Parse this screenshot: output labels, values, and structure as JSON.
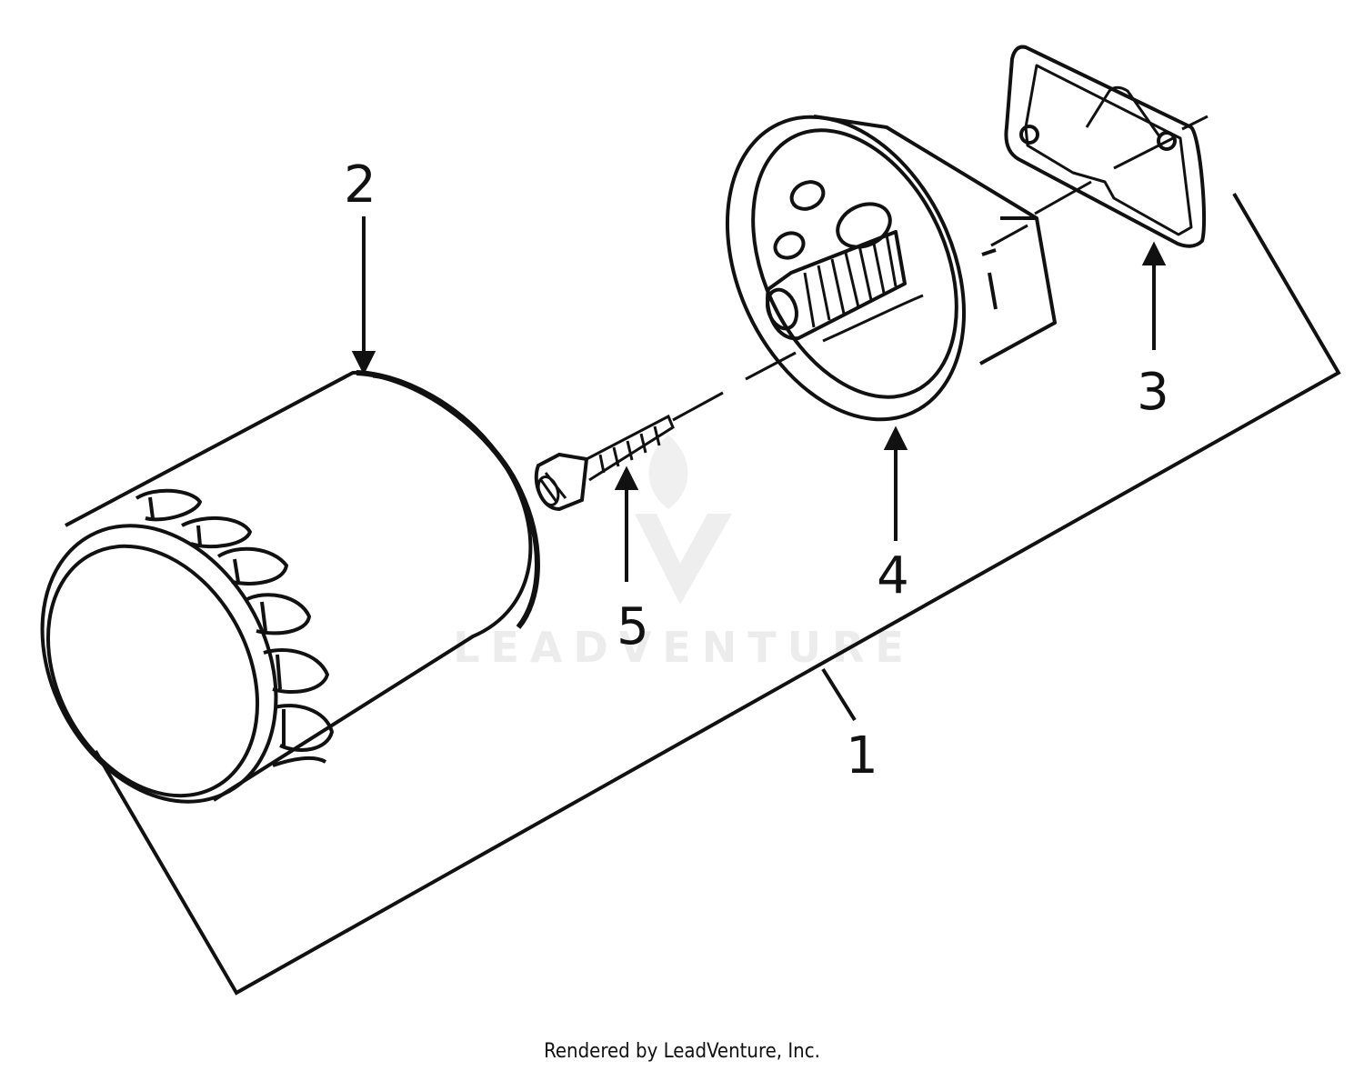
{
  "callouts": {
    "c1": "1",
    "c2": "2",
    "c3": "3",
    "c4": "4",
    "c5": "5"
  },
  "watermark": {
    "text": "LEADVENTURE"
  },
  "footer": {
    "credit": "Rendered by LeadVenture, Inc."
  }
}
